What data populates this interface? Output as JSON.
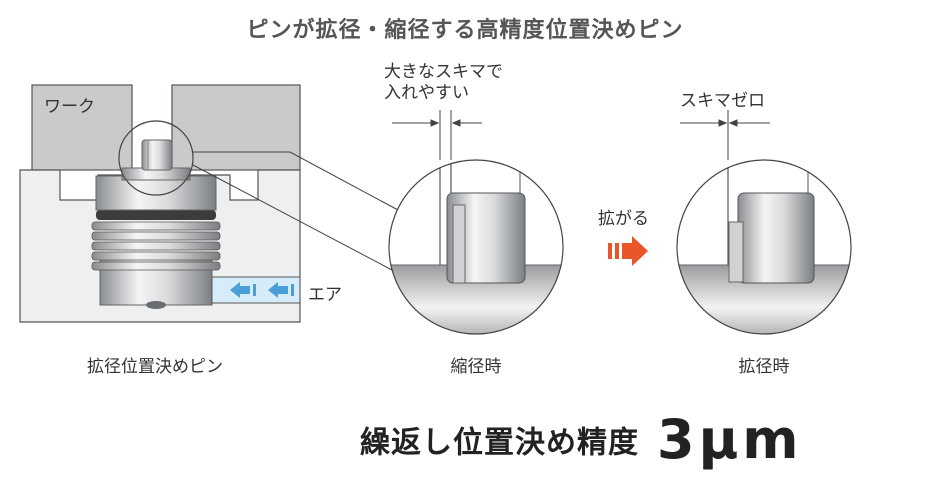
{
  "title": "ピンが拡径・縮径する高精度位置決めピン",
  "labels": {
    "work": "ワーク",
    "air": "エア",
    "large_gap": [
      "大きなスキマで",
      "入れやすい"
    ],
    "zero_gap": "スキマゼロ",
    "expands": "拡がる"
  },
  "captions": {
    "left": "拡径位置決めピン",
    "middle": "縮径時",
    "right": "拡径時"
  },
  "footer": {
    "label": "繰返し位置決め精度",
    "value": "3μm"
  },
  "colors": {
    "work_block": "#c8cacc",
    "body_block": "#eeeff0",
    "air_arrow": "#4a9fd8",
    "expand_arrow": "#e8562a",
    "outline": "#555555"
  }
}
